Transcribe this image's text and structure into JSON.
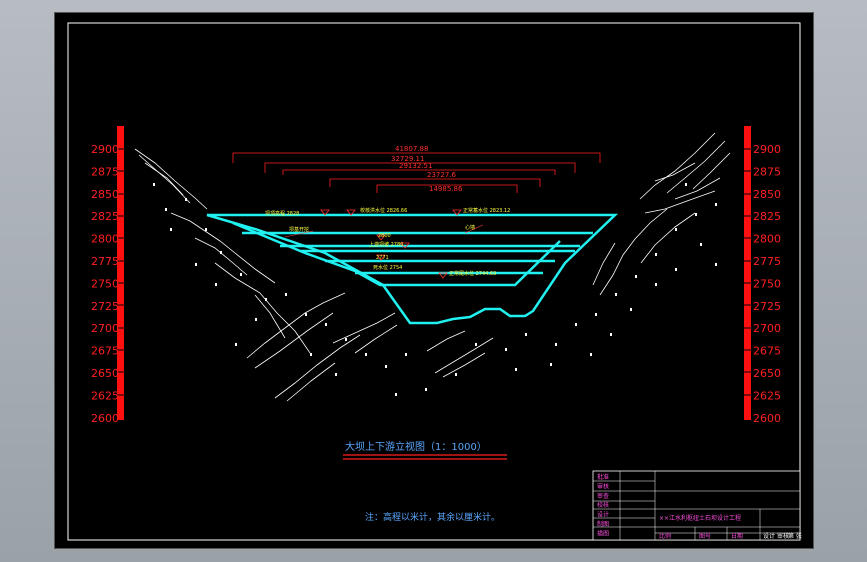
{
  "drawing": {
    "caption": "大坝上下游立视图（1：1000）",
    "note": "注：高程以米计，其余以厘米计。"
  },
  "elevation_scale": {
    "ticks": [
      "2900",
      "2875",
      "2850",
      "2825",
      "2800",
      "2775",
      "2750",
      "2725",
      "2700",
      "2675",
      "2650",
      "2625",
      "2600"
    ]
  },
  "dimensions": [
    "41807.88",
    "32729.11",
    "29132.51",
    "23727.6",
    "14985.86"
  ],
  "water_levels": [
    {
      "label": "校核洪水位",
      "value": "2826.66"
    },
    {
      "label": "正常蓄水位",
      "value": "2823.12"
    },
    {
      "label": "坝顶高程",
      "value": "2828"
    },
    {
      "label": "2800",
      "value": ""
    },
    {
      "label": "上游坝坡",
      "value": "2780"
    },
    {
      "label": "2771",
      "value": ""
    },
    {
      "label": "死水位",
      "value": "2754"
    },
    {
      "label": "正常尾水位",
      "value": "2744.69"
    },
    {
      "label": "心墙",
      "value": ""
    },
    {
      "label": "坝基开挖",
      "value": ""
    }
  ],
  "title_block": {
    "rows": [
      "批准",
      "审核",
      "审查",
      "校核",
      "设计",
      "制图",
      "描图"
    ],
    "project": "××江水利枢纽土石坝设计工程",
    "bottom": [
      "比例",
      "图号",
      "日期"
    ],
    "bottom_right": [
      "设计",
      "审核",
      "第 张"
    ]
  }
}
